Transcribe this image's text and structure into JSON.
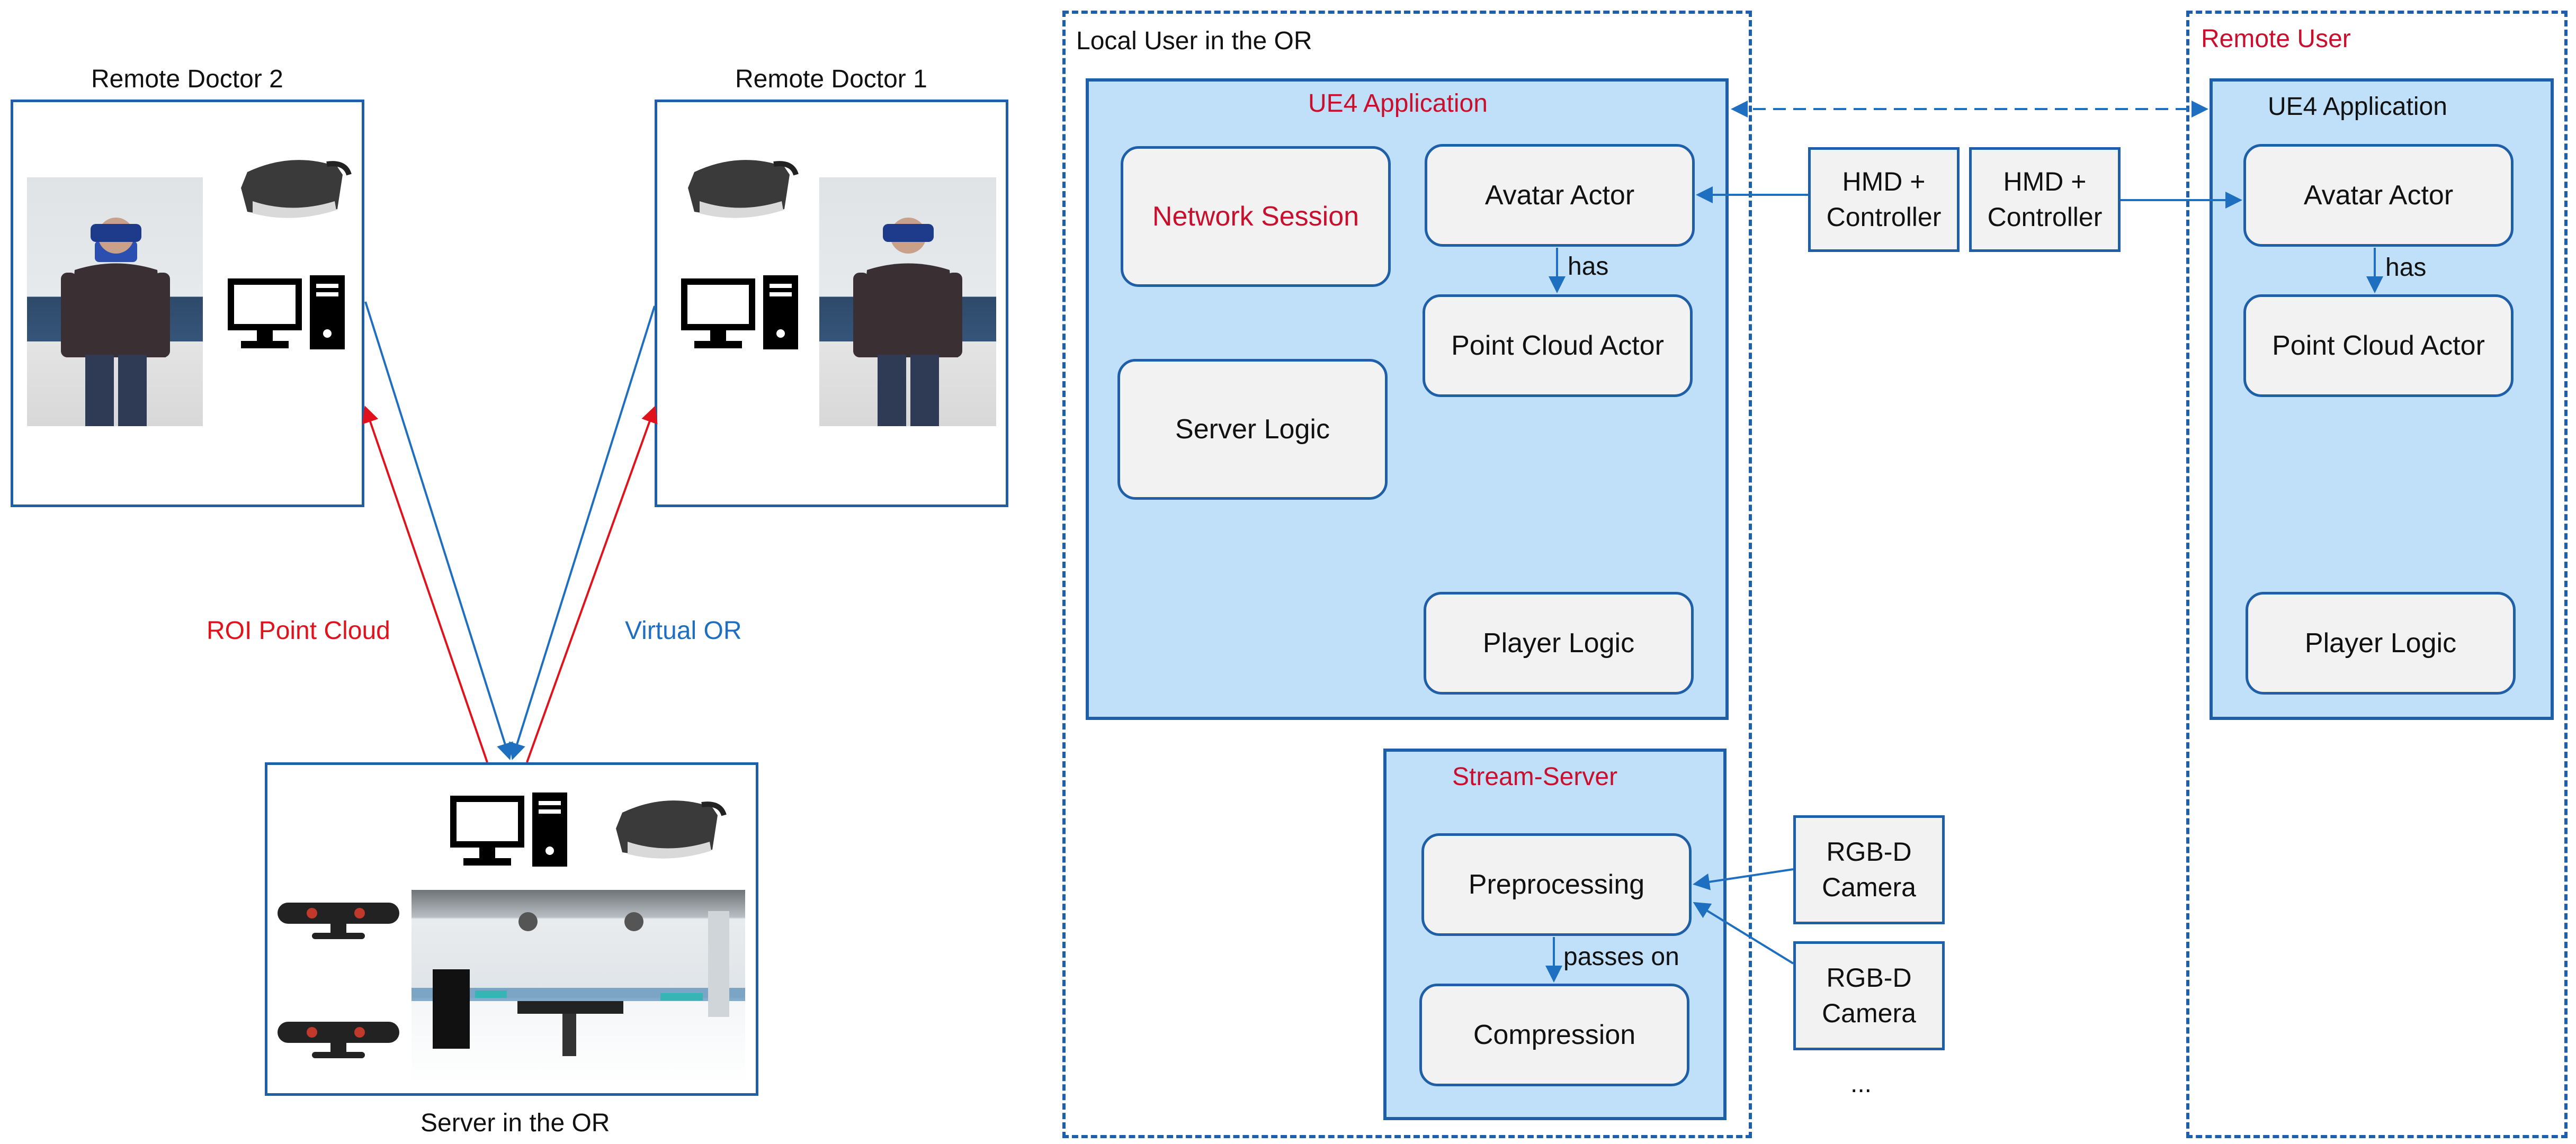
{
  "left": {
    "doctor2_title": "Remote Doctor 2",
    "doctor1_title": "Remote Doctor 1",
    "server_title": "Server in the OR",
    "roi_label": "ROI Point Cloud",
    "virtual_or_label": "Virtual OR"
  },
  "local": {
    "title": "Local User in the OR",
    "app_title": "UE4 Application",
    "network_session": "Network Session",
    "avatar_actor": "Avatar Actor",
    "has": "has",
    "point_cloud_actor": "Point Cloud Actor",
    "server_logic": "Server Logic",
    "player_logic": "Player Logic",
    "stream_title": "Stream-Server",
    "preprocessing": "Preprocessing",
    "passes_on": "passes on",
    "compression": "Compression"
  },
  "devices": {
    "hmd1_line1": "HMD +",
    "hmd1_line2": "Controller",
    "hmd2_line1": "HMD +",
    "hmd2_line2": "Controller",
    "cam1_line1": "RGB-D",
    "cam1_line2": "Camera",
    "cam2_line1": "RGB-D",
    "cam2_line2": "Camera",
    "ellipsis": "..."
  },
  "remote": {
    "title": "Remote User",
    "app_title": "UE4 Application",
    "avatar_actor": "Avatar Actor",
    "has": "has",
    "point_cloud_actor": "Point Cloud Actor",
    "player_logic": "Player Logic"
  },
  "colors": {
    "blue": "#1f5fa8",
    "red": "#e0121c",
    "app_fill": "#bfe0f8",
    "node_fill": "#f2f2f2",
    "accent_red_text": "#c8102e"
  }
}
